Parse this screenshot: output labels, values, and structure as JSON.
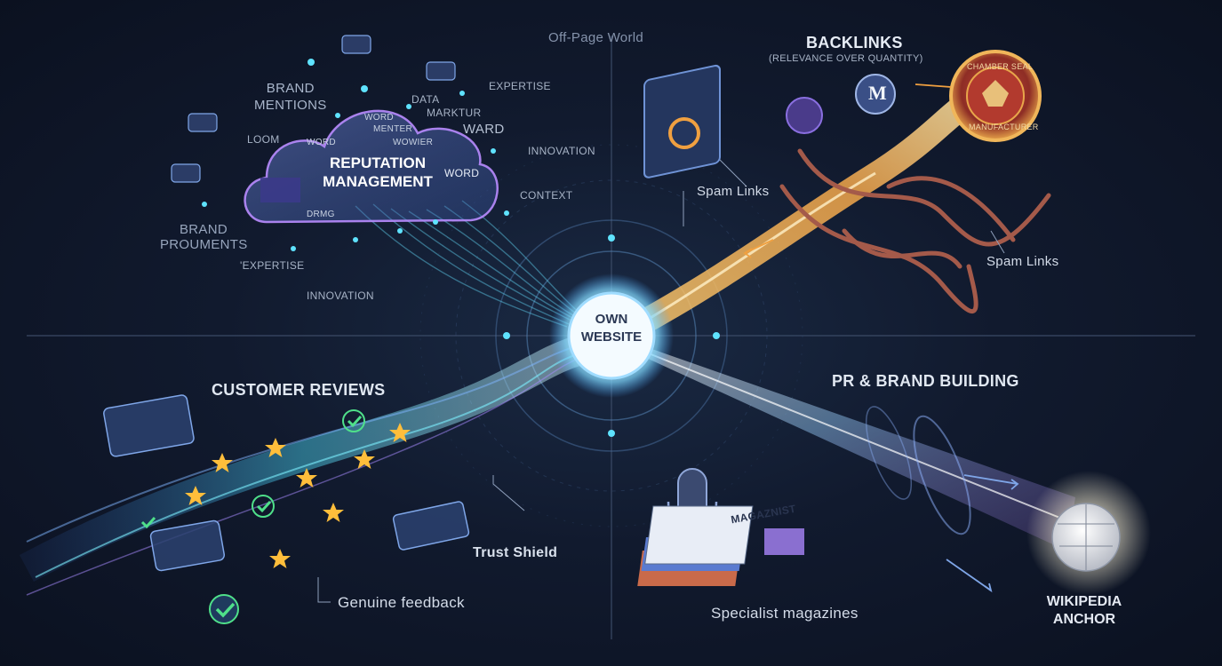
{
  "title": "Off-Page World",
  "center": {
    "line1": "OWN",
    "line2": "WEBSITE"
  },
  "reputation": {
    "title_line1": "REPUTATION",
    "title_line2": "MANAGEMENT",
    "cloud_words": [
      "WORD",
      "MENTER",
      "WOWIER",
      "WORD",
      "WORD",
      "DRMG"
    ],
    "brand_mentions_line1": "BRAND",
    "brand_mentions_line2": "MENTIONS",
    "brand_proum_line1": "BRAND",
    "brand_proum_line2": "PROUMENTS",
    "loom": "LOOM",
    "data": "DATA",
    "marktur": "MARKTUR",
    "ward": "WARD",
    "expertise_right": "EXPERTISE",
    "innovation_right": "INNOVATION",
    "context": "CONTEXT",
    "expertise_left": "'EXPERTISE",
    "innovation_bottom": "INNOVATION"
  },
  "backlinks": {
    "title": "BACKLINKS",
    "subtitle": "(RELEVANCE OVER QUANTITY)",
    "spam_links_1": "Spam Links",
    "spam_links_2": "Spam Links",
    "seal_top": "CHAMBER SEAL",
    "seal_bottom": "MANUFACTURER",
    "m_badge": "M"
  },
  "reviews": {
    "title": "CUSTOMER REVIEWS",
    "trust_shield": "Trust Shield",
    "genuine_feedback": "Genuine feedback"
  },
  "pr": {
    "title": "PR & BRAND BUILDING",
    "specialist_magazines": "Specialist magazines",
    "magazine_masthead": "MAGAZNIST",
    "wikipedia_line1": "WIKIPEDIA",
    "wikipedia_line2": "ANCHOR"
  },
  "colors": {
    "cyan": "#5fe3ff",
    "purple": "#9b6cf0",
    "gold": "#f3b04a",
    "star": "#ffbe3b",
    "check": "#4fe08a",
    "chain": "#b36a5a"
  }
}
